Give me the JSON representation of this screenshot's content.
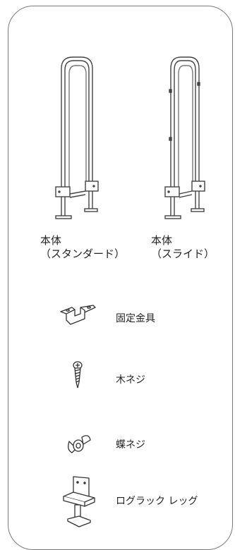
{
  "products": [
    {
      "name_line1": "本体",
      "name_line2": "（スタンダード）"
    },
    {
      "name_line1": "本体",
      "name_line2": "（スライド）"
    }
  ],
  "parts": [
    {
      "label": "固定金具",
      "icon": "fixing-bracket-icon"
    },
    {
      "label": "木ネジ",
      "icon": "wood-screw-icon"
    },
    {
      "label": "蝶ネジ",
      "icon": "wing-nut-icon"
    },
    {
      "label": "ログラック レッグ",
      "icon": "log-rack-leg-icon"
    }
  ]
}
